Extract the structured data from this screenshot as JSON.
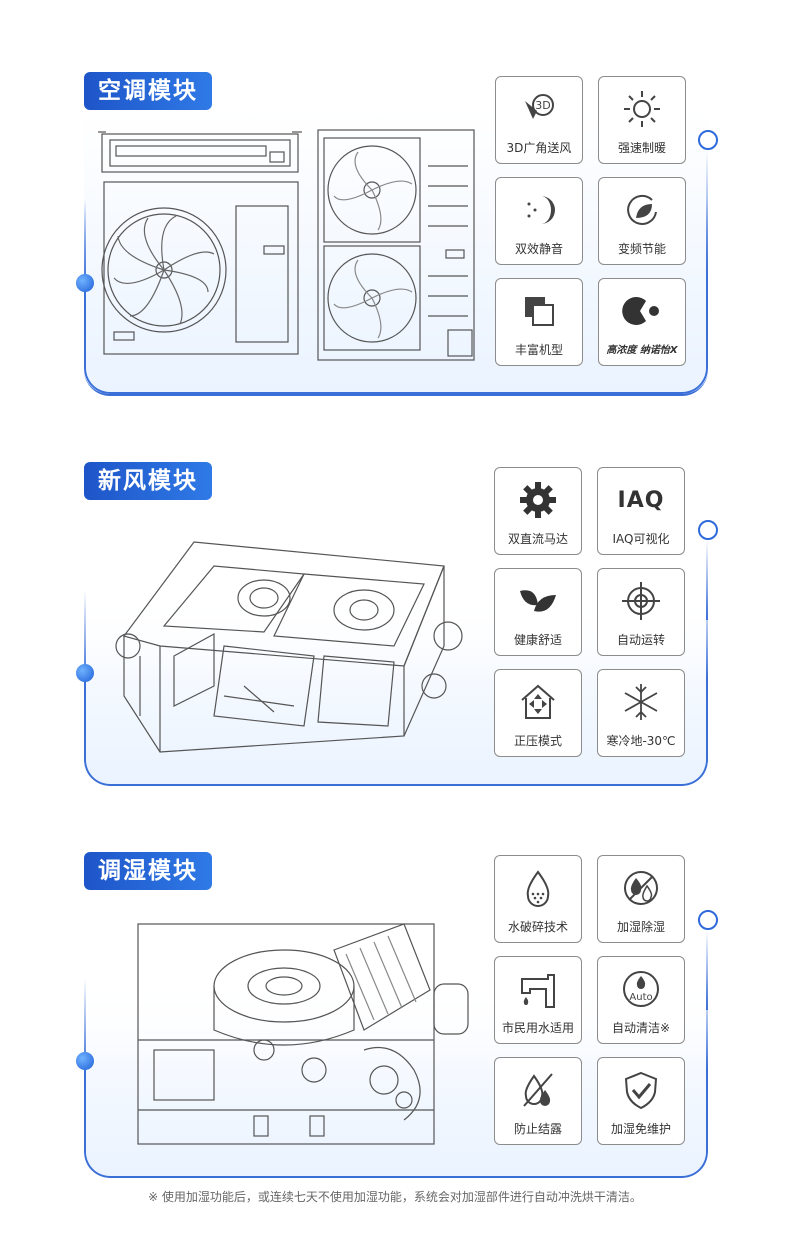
{
  "colors": {
    "accent": "#2f6fdc",
    "line": "#3a6fd8",
    "icon": "#444444"
  },
  "sections": [
    {
      "title": "空调模块",
      "features": [
        {
          "label": "3D广角送风",
          "icon": "3d-wind-icon",
          "icon_text": "3D"
        },
        {
          "label": "强速制暖",
          "icon": "sun-icon"
        },
        {
          "label": "双效静音",
          "icon": "moon-stars-icon"
        },
        {
          "label": "变频节能",
          "icon": "leaf-cycle-icon"
        },
        {
          "label": "丰富机型",
          "icon": "layers-icon"
        },
        {
          "label": "高浓度 纳诺怡X",
          "icon": "nanoe-icon"
        }
      ]
    },
    {
      "title": "新风模块",
      "features": [
        {
          "label": "双直流马达",
          "icon": "gear-icon"
        },
        {
          "label": "IAQ可视化",
          "icon": "iaq-icon",
          "icon_text": "IAQ"
        },
        {
          "label": "健康舒适",
          "icon": "leaves-icon"
        },
        {
          "label": "自动运转",
          "icon": "crosshair-icon"
        },
        {
          "label": "正压模式",
          "icon": "house-arrows-icon"
        },
        {
          "label": "寒冷地-30℃",
          "icon": "snowflake-icon"
        }
      ]
    },
    {
      "title": "调湿模块",
      "features": [
        {
          "label": "水破碎技术",
          "icon": "water-drop-icon"
        },
        {
          "label": "加湿除湿",
          "icon": "drops-cycle-icon"
        },
        {
          "label": "市民用水适用",
          "icon": "faucet-icon"
        },
        {
          "label": "自动清洁※",
          "icon": "auto-clean-icon",
          "icon_text": "Auto"
        },
        {
          "label": "防止结露",
          "icon": "no-condensation-icon"
        },
        {
          "label": "加湿免维护",
          "icon": "shield-check-icon"
        }
      ]
    }
  ],
  "footnote": "※ 使用加湿功能后，或连续七天不使用加湿功能，系统会对加湿部件进行自动冲洗烘干清洁。"
}
